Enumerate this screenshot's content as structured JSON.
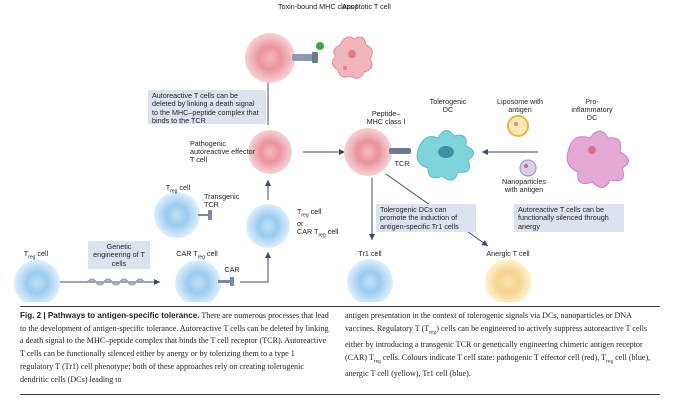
{
  "labels": {
    "toxin": "Toxin-bound MHC class I",
    "apoptotic": "Apoptotic T cell",
    "pathogenic": "Pathogenic autoreactive effector T cell",
    "treg_top": "T",
    "treg_top_sub": "reg",
    "treg_top_after": " cell",
    "transgenic_tcr": "Transgenic TCR",
    "treg_bottom": "T",
    "treg_bottom_sub": "reg",
    "treg_bottom_after": " cell",
    "genetic": "Genetic engineering of T cells",
    "car_treg": "CAR T",
    "car_treg_sub": "reg",
    "car_treg_after": " cell",
    "car": "CAR",
    "treg_or_car_1": "T",
    "treg_or_car_1_sub": "reg",
    "treg_or_car_1_after": " cell",
    "treg_or_car_or": "or",
    "treg_or_car_2": "CAR T",
    "treg_or_car_2_sub": "reg",
    "treg_or_car_2_after": " cell",
    "peptide_mhc": "Peptide–MHC class I",
    "tcr": "TCR",
    "tolerogenic_dc": "Tolerogenic DC",
    "liposome": "Liposome with antigen",
    "proinflammatory": "Pro-inflammatory DC",
    "nanoparticles": "Nanoparticles with antigen",
    "tr1": "Tr1 cell",
    "anergic": "Anergic T cell"
  },
  "boxes": {
    "deletion": "Autoreactive T cells can be deleted by linking a death signal to the MHC–peptide complex that binds to the TCR",
    "tolerogenic": "Tolerogenic DCs can promote the induction of antigen-specific Tr1 cells",
    "anergy": "Autoreactive T cells can be functionally silenced through anergy"
  },
  "caption": {
    "fig_label": "Fig. 2 | Pathways to antigen-specific tolerance.",
    "col1": " There are numerous processes that lead to the development of antigen-specific tolerance. Autoreactive T cells can be deleted by linking a death signal to the MHC–peptide complex that binds the T cell receptor (TCR). Autoreactive T cells can be functionally silenced either by anergy or by tolerizing them to a type 1 regulatory T (Tr1) cell phenotype; both of these approaches rely on creating tolerogenic dendritic cells (DCs) leading to",
    "col2_a": "antigen presentation in the context of tolerogenic signals via DCs, nanoparticles or DNA vaccines. Regulatory T (T",
    "col2_sub": "reg",
    "col2_b": ") cells can be engineered to actively suppress autoreactive T cells either by introducing a transgenic TCR or genetically engineering chimeric antigen receptor (CAR) T",
    "col2_sub2": "reg",
    "col2_c": " cells. Colours indicate T cell state: pathogenic T effector cell (red), T",
    "col2_sub3": "reg",
    "col2_d": " cell (blue), anergic T cell (yellow), Tr1 cell (blue)."
  },
  "colors": {
    "red_cell": "#e88a93",
    "blue_cell": "#8fc3e8",
    "yellow_cell": "#f3d28a",
    "dc_cyan": "#7fd3dc",
    "dc_pink": "#e3a9d4",
    "box_bg": "#dde3ee",
    "arrow": "#3a4a6b"
  }
}
